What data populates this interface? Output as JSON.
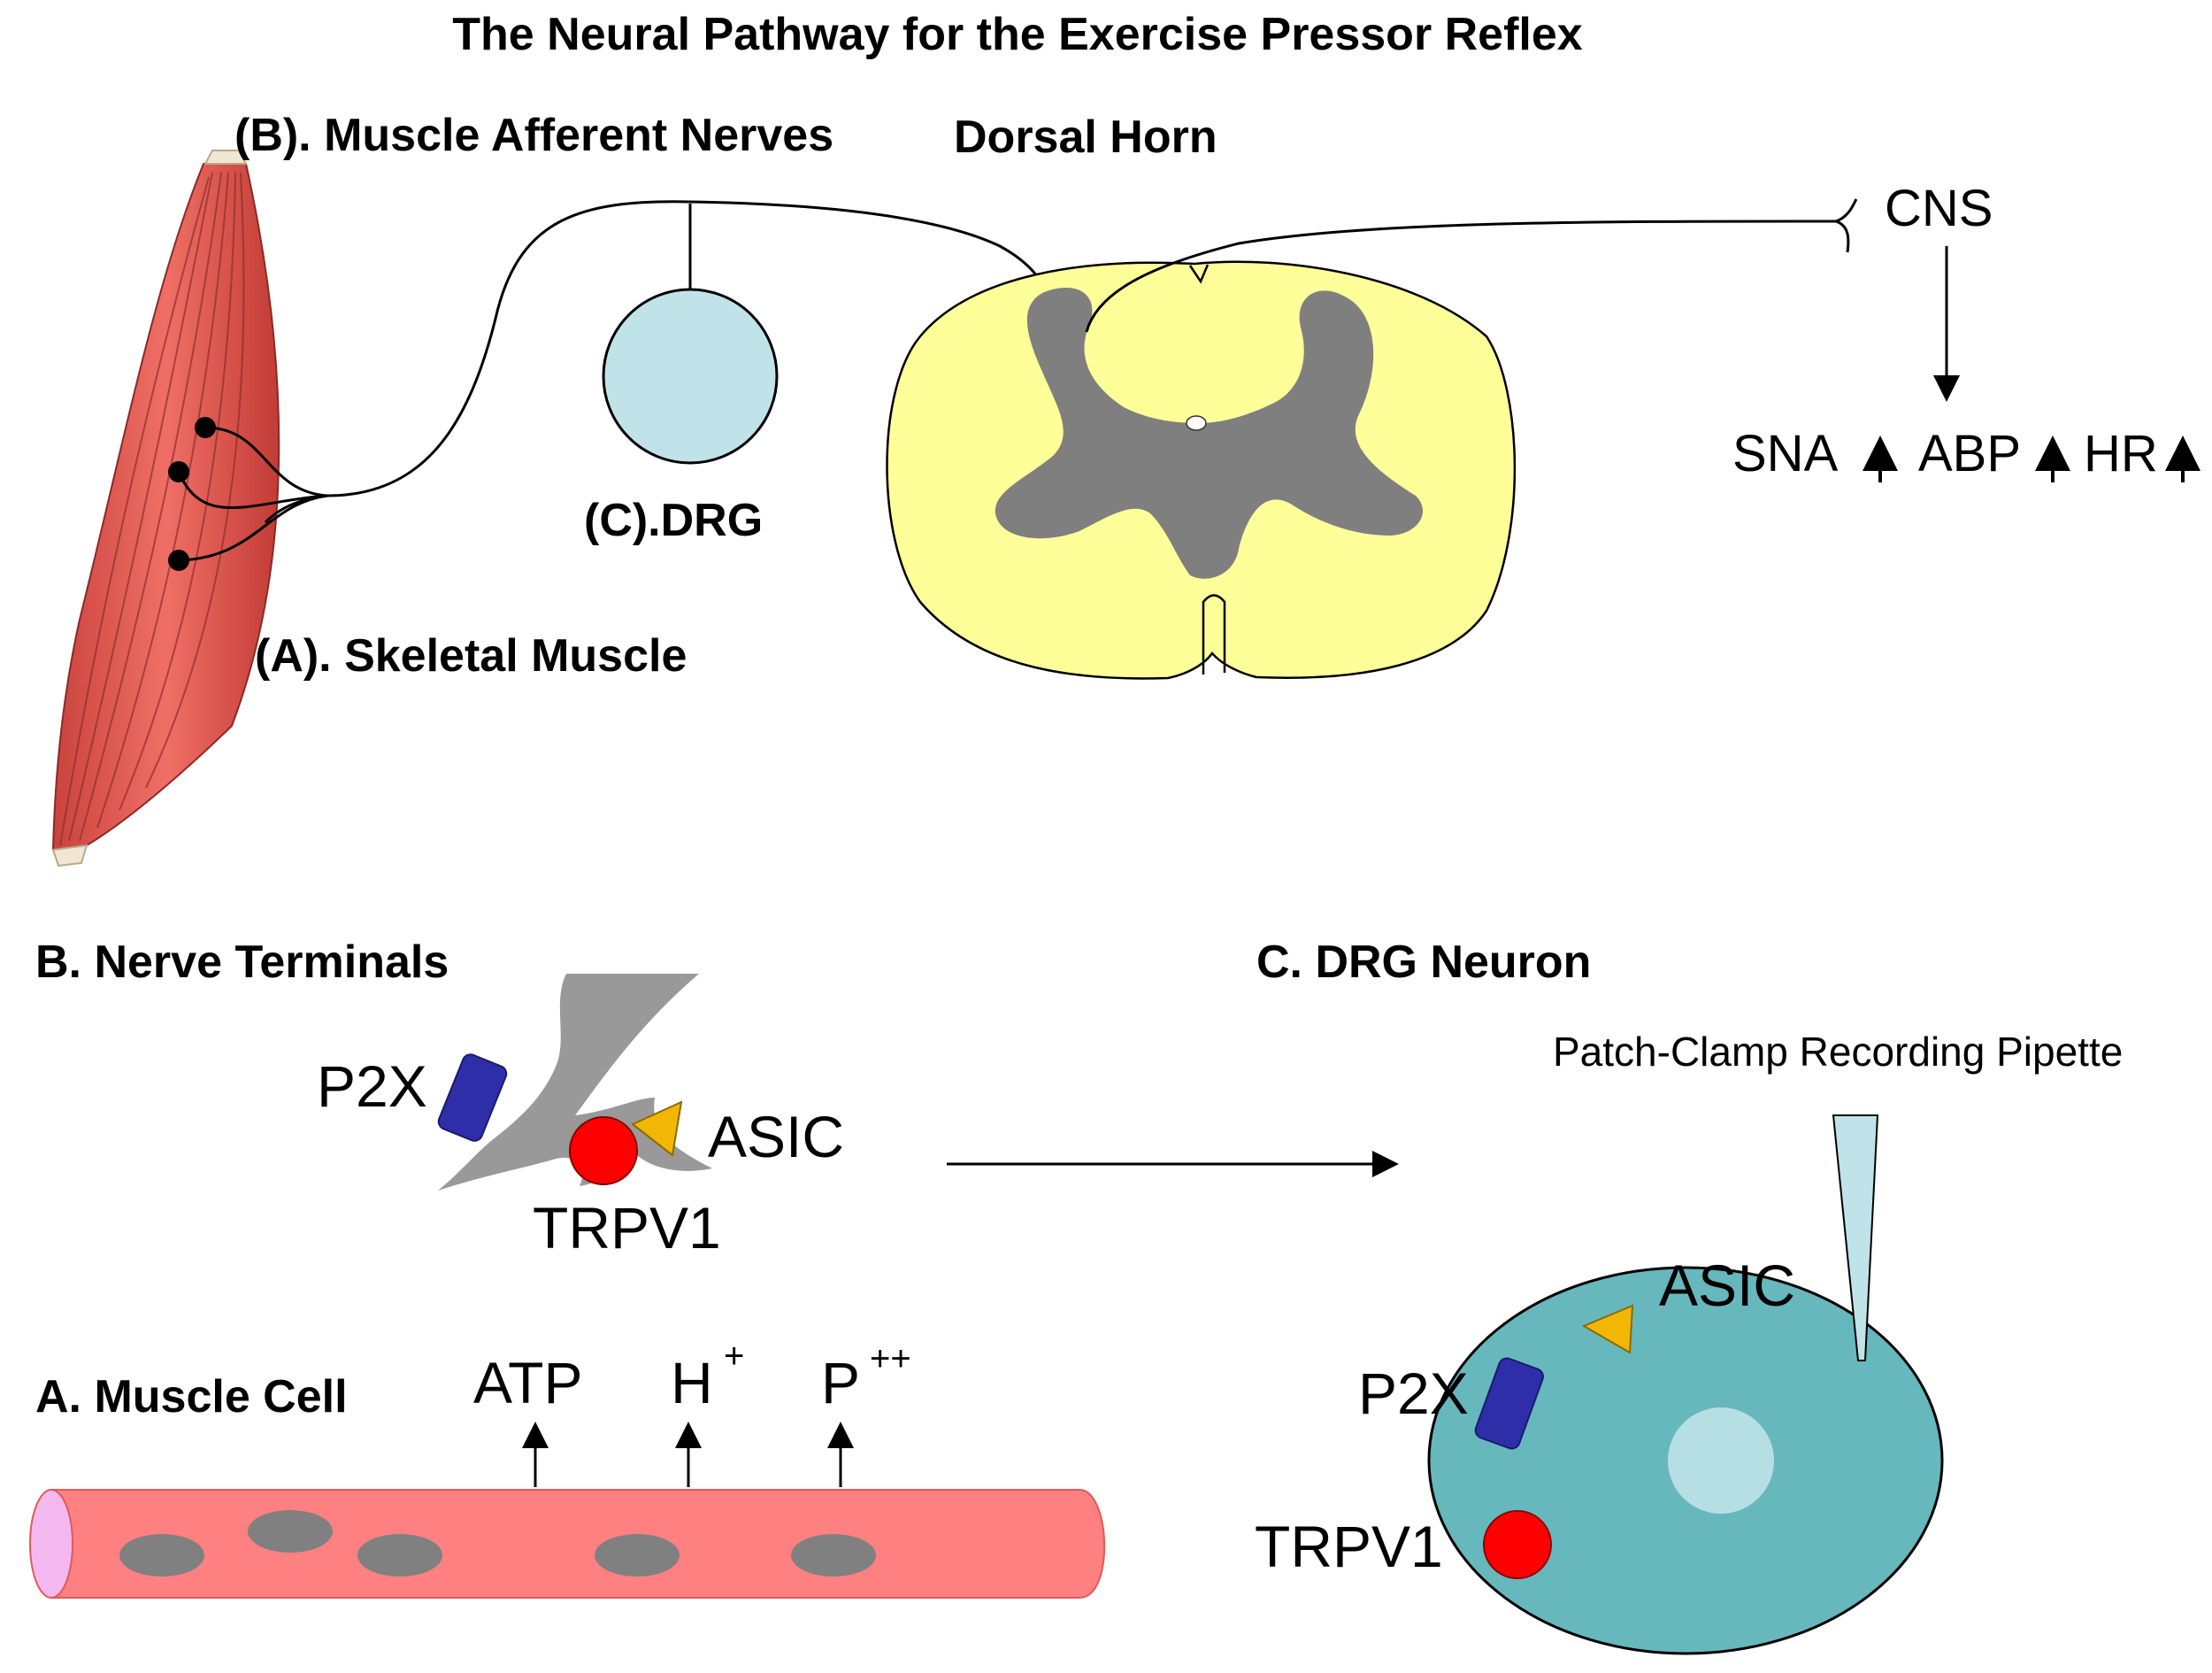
{
  "title": "The Neural Pathway for the Exercise Pressor Reflex",
  "top": {
    "muscle_afferent_nerves": "(B). Muscle Afferent Nerves",
    "dorsal_horn": "Dorsal Horn",
    "cns": "CNS",
    "drg": "(C).DRG",
    "skeletal_muscle": "(A). Skeletal Muscle",
    "outputs": {
      "sna": "SNA",
      "abp": "ABP",
      "hr": "HR"
    }
  },
  "bottom_left": {
    "nerve_terminals": "B. Nerve Terminals",
    "p2x": "P2X",
    "asic": "ASIC",
    "trpv1": "TRPV1",
    "muscle_cell": "A. Muscle Cell",
    "metabolites": {
      "atp": "ATP",
      "h": "H",
      "h_sup": "+",
      "p": "P",
      "p_sup": "++"
    }
  },
  "bottom_right": {
    "drg_neuron": "C. DRG Neuron",
    "pipette": "Patch-Clamp Recording Pipette",
    "asic": "ASIC",
    "p2x": "P2X",
    "trpv1": "TRPV1"
  },
  "colors": {
    "muscle": "#d9534f",
    "spinal_white_matter": "#ffff99",
    "spinal_gray_matter": "#7f7f7f",
    "drg": "#bfe3e8",
    "muscle_cell": "#ff8080",
    "nucleus": "#808080",
    "neuron_body": "#66b8bd",
    "p2x": "#2e2ea8",
    "asic": "#f2b705",
    "trpv1": "#ff0000",
    "pipette": "#bfe3e8"
  }
}
